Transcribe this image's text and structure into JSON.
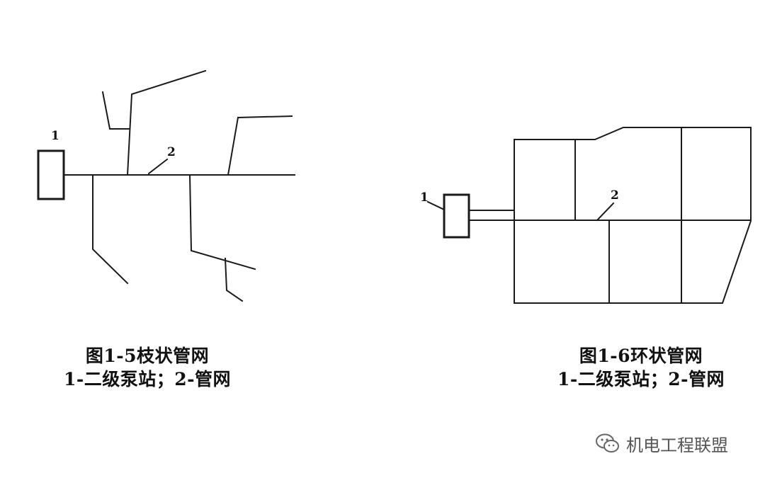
{
  "figures": [
    {
      "id": "branch",
      "station_label": "1",
      "network_label": "2",
      "caption_title": "图1-5枝状管网",
      "caption_legend": "1-二级泵站；2-管网"
    },
    {
      "id": "ring",
      "station_label": "1",
      "network_label": "2",
      "caption_title": "图1-6环状管网",
      "caption_legend": "1-二级泵站；2-管网"
    }
  ],
  "watermark": {
    "text": "机电工程联盟",
    "icon": "wechat-icon"
  }
}
